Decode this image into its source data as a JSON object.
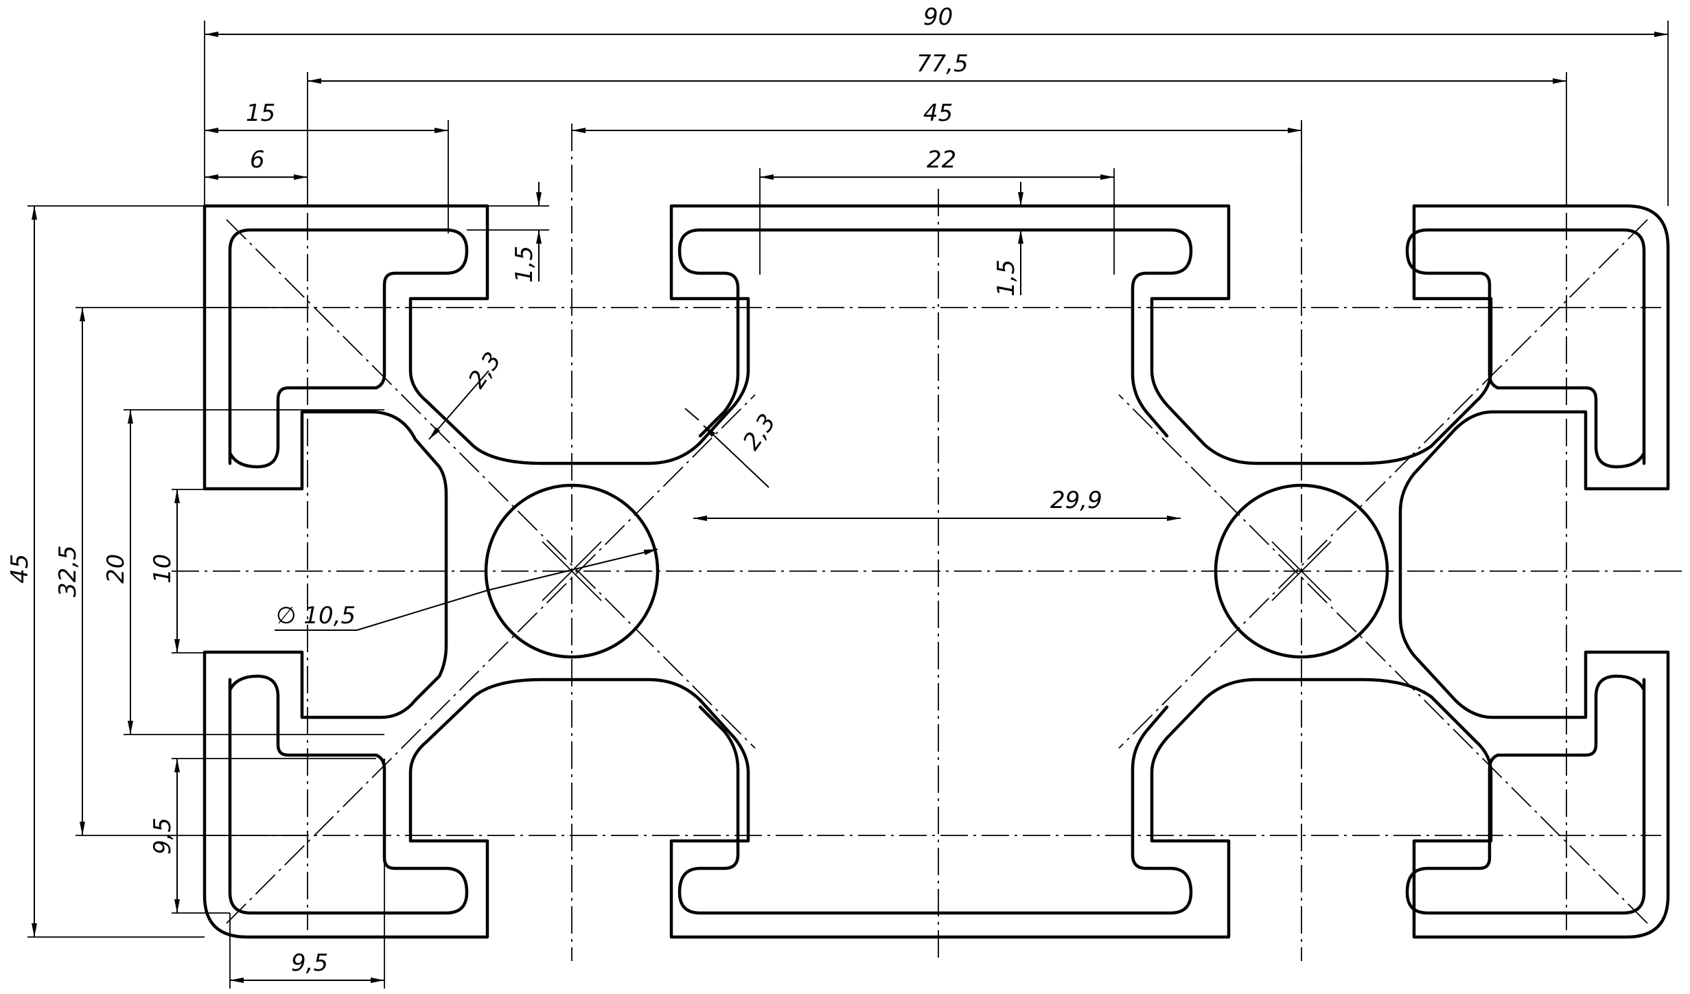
{
  "dimensions": {
    "d90": "90",
    "d77_5": "77,5",
    "d45_top": "45",
    "d22": "22",
    "d15": "15",
    "d6": "6",
    "d1_5_left": "1,5",
    "d1_5_mid": "1,5",
    "d2_3_a": "2,3",
    "d2_3_b": "2,3",
    "d29_9": "29,9",
    "d_bore": "∅ 10,5",
    "d45_left": "45",
    "d32_5": "32,5",
    "d20": "20",
    "d10": "10",
    "d9_5_v": "9,5",
    "d9_5_h": "9,5"
  }
}
